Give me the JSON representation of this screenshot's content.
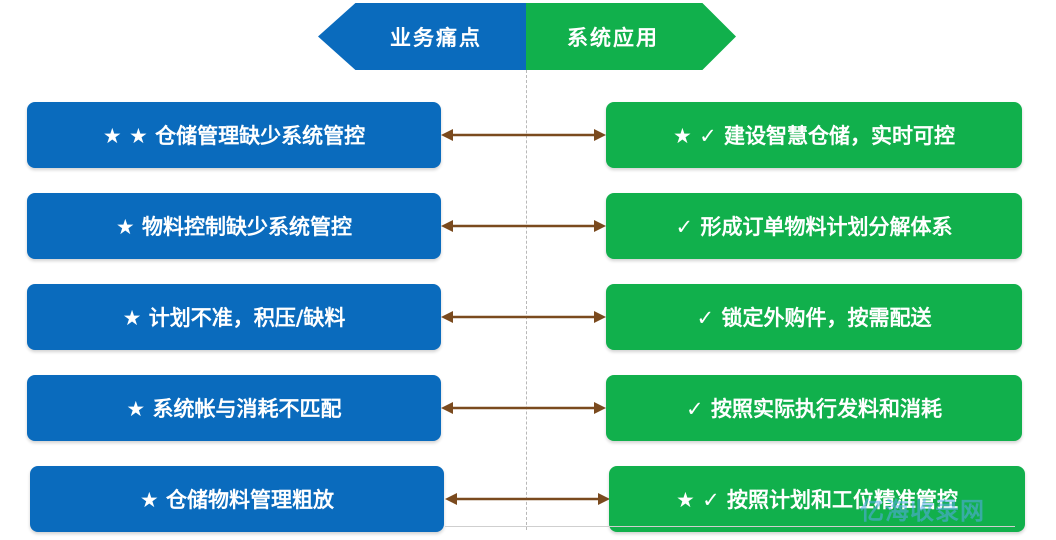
{
  "header": {
    "left_label": "业务痛点",
    "right_label": "系统应用",
    "left_color": "#0a6bbd",
    "right_color": "#11b04c"
  },
  "rows": [
    {
      "pain": "★ ★ 仓储管理缺少系统管控",
      "solution": "★ ✓ 建设智慧仓储，实时可控"
    },
    {
      "pain": "★ 物料控制缺少系统管控",
      "solution": "✓ 形成订单物料计划分解体系"
    },
    {
      "pain": "★ 计划不准，积压/缺料",
      "solution": "✓ 锁定外购件，按需配送"
    },
    {
      "pain": "★ 系统帐与消耗不匹配",
      "solution": "✓ 按照实际执行发料和消耗"
    },
    {
      "pain": "★ 仓储物料管理粗放",
      "solution": "★ ✓ 按照计划和工位精准管控"
    }
  ],
  "arrow_color": "#7a4a1e",
  "watermark": "亿海收录网"
}
